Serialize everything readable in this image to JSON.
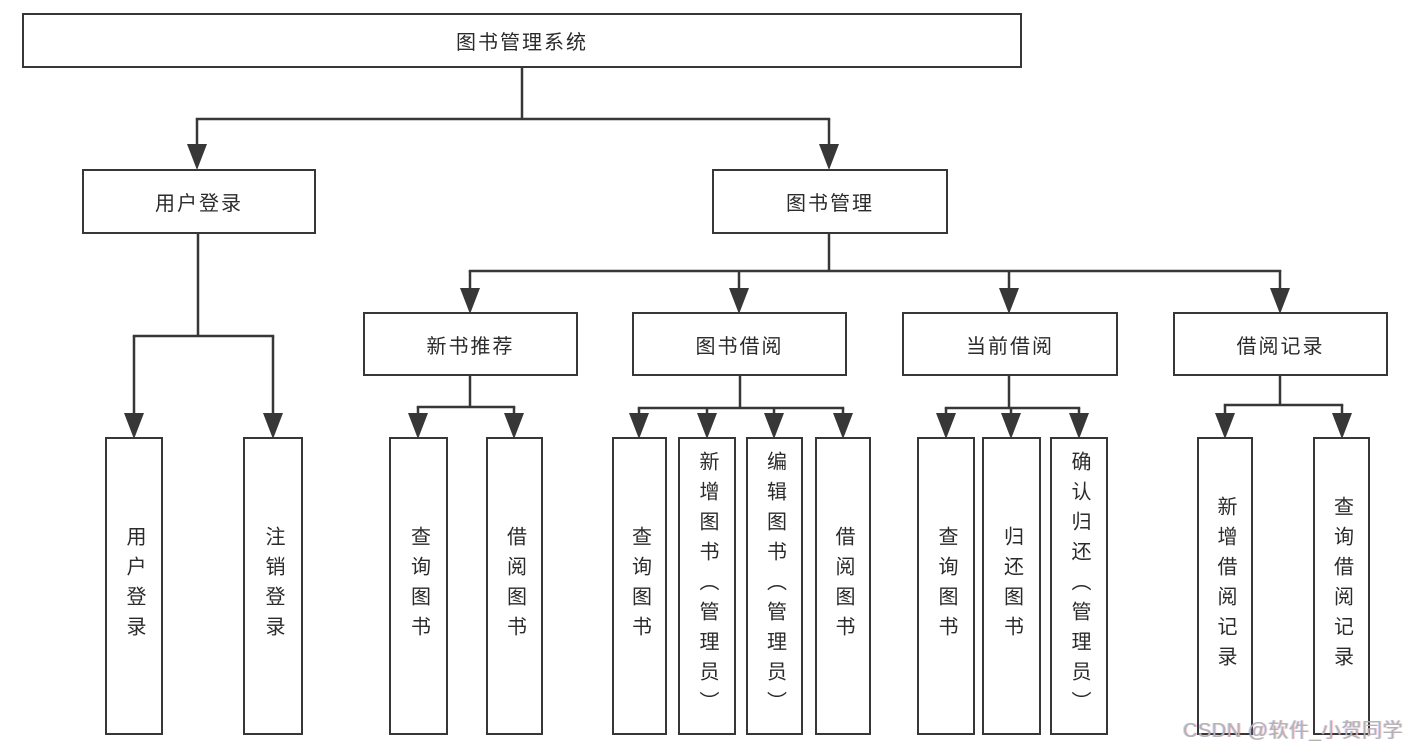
{
  "tree": {
    "root": {
      "label": "图书管理系统"
    },
    "user_login": {
      "label": "用户登录",
      "children": [
        {
          "label": "用户登录"
        },
        {
          "label": "注销登录"
        }
      ]
    },
    "book_management": {
      "label": "图书管理",
      "sections": [
        {
          "label": "新书推荐",
          "children": [
            {
              "label": "查询图书"
            },
            {
              "label": "借阅图书"
            }
          ]
        },
        {
          "label": "图书借阅",
          "children": [
            {
              "label": "查询图书"
            },
            {
              "label": "新增图书（管理员）"
            },
            {
              "label": "编辑图书（管理员）"
            },
            {
              "label": "借阅图书"
            }
          ]
        },
        {
          "label": "当前借阅",
          "children": [
            {
              "label": "查询图书"
            },
            {
              "label": "归还图书"
            },
            {
              "label": "确认归还（管理员）"
            }
          ]
        },
        {
          "label": "借阅记录",
          "children": [
            {
              "label": "新增借阅记录"
            },
            {
              "label": "查询借阅记录"
            }
          ]
        }
      ]
    }
  },
  "colors": {
    "line": "#373737",
    "box_border": "#373737",
    "text": "#2b2b2b",
    "watermark": "#b3b3b3",
    "background": "#ffffff"
  },
  "watermark": {
    "text": "CSDN @软件_小贺同学"
  }
}
